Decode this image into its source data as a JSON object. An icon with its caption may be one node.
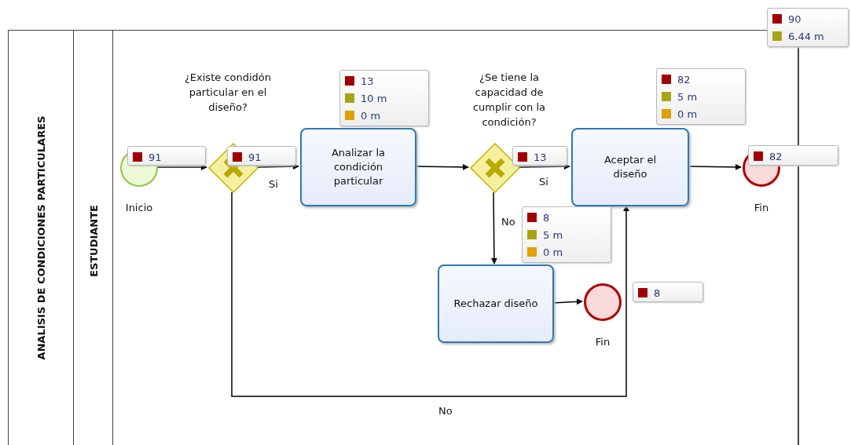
{
  "diagram": {
    "nodes": [
      {
        "text": [
          "ANALISIS DE CONDICIONES PARTICULARES"
        ]
      },
      {
        "text": [
          "ESTUDIANTE"
        ],
        "in": 0
      },
      {
        "text": [],
        "shape": "circle",
        "beside": [
          "Inicio"
        ],
        "in": 1
      },
      {
        "text": [],
        "shape": "diamond",
        "beside": [
          "¿Existe condidón particular en el diseño?"
        ],
        "in": 1
      },
      {
        "text": [
          "Analizar la condición particular"
        ],
        "in": 1
      },
      {
        "text": [],
        "shape": "diamond",
        "beside": [
          "¿Se tiene la capacidad de cumplir con la condición?"
        ],
        "in": 1
      },
      {
        "text": [
          "Aceptar el diseño"
        ],
        "in": 1
      },
      {
        "text": [],
        "shape": "circle",
        "beside": [
          "Fin"
        ],
        "in": 1
      },
      {
        "text": [
          "Rechazar diseño"
        ],
        "in": 1
      },
      {
        "text": [],
        "shape": "circle",
        "beside": [
          "Fin"
        ],
        "in": 1
      },
      {
        "text": [
          "90",
          "6.44 m"
        ]
      },
      {
        "text": [
          "91"
        ],
        "in": 1
      },
      {
        "text": [
          "91"
        ],
        "in": 1
      },
      {
        "text": [
          "13",
          "10 m",
          "0 m"
        ],
        "in": 1
      },
      {
        "text": [
          "13"
        ],
        "in": 1
      },
      {
        "text": [
          "82",
          "5 m",
          "0 m"
        ],
        "in": 1
      },
      {
        "text": [
          "82"
        ]
      },
      {
        "text": [
          "8",
          "5 m",
          "0 m"
        ],
        "in": 1
      },
      {
        "text": [
          "8"
        ],
        "in": 1
      }
    ],
    "edges": [
      {
        "from": 2,
        "to": 3,
        "arrow": "to"
      },
      {
        "from": 3,
        "to": 4,
        "arrow": "to",
        "label": "Si"
      },
      {
        "from": 4,
        "to": 5,
        "arrow": "to"
      },
      {
        "from": 5,
        "to": 6,
        "arrow": "to",
        "label": "Si"
      },
      {
        "from": 6,
        "to": 7,
        "arrow": "to"
      },
      {
        "from": 5,
        "to": 8,
        "arrow": "to",
        "label": "No"
      },
      {
        "from": 8,
        "to": 9,
        "arrow": "to"
      },
      {
        "from": 3,
        "to": 6,
        "arrow": "to",
        "label": "No"
      }
    ]
  }
}
